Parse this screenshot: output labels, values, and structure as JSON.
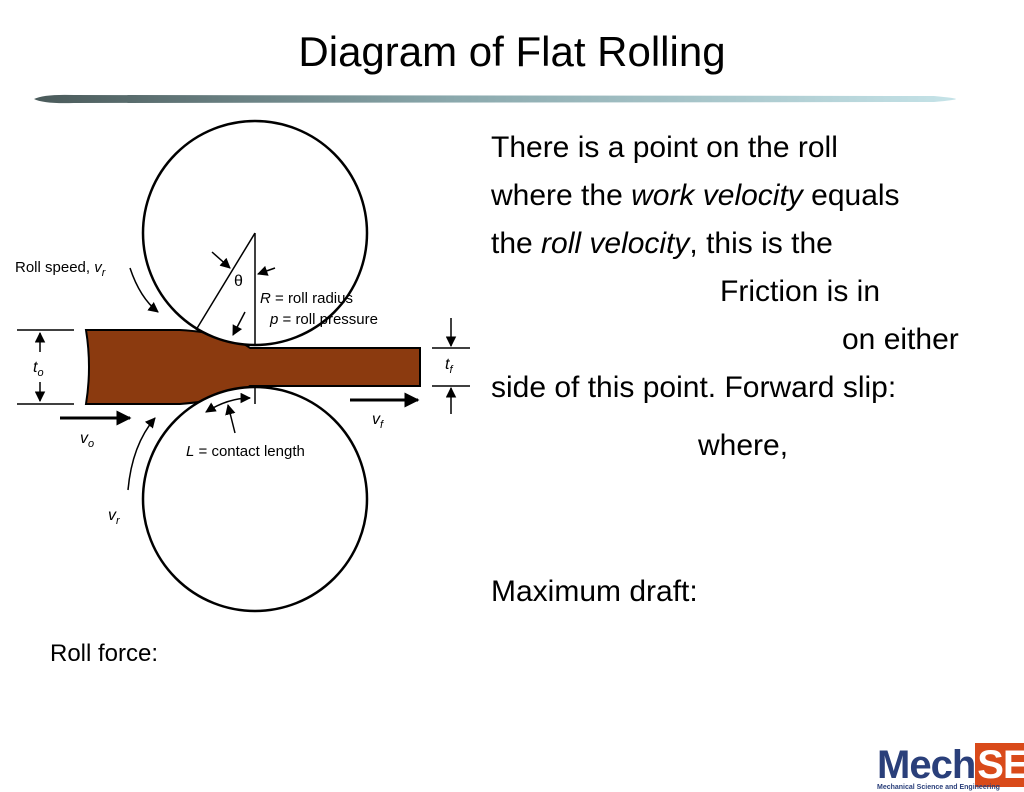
{
  "slide": {
    "title": "Diagram of Flat Rolling"
  },
  "diagram": {
    "roll_speed_label": "Roll speed, ",
    "roll_speed_symbol": "v",
    "roll_speed_sub": "r",
    "theta": "θ",
    "radius_var": "R",
    "radius_label": " = roll radius",
    "pressure_var": "p",
    "pressure_label": " = roll pressure",
    "entry_thickness_var": "t",
    "entry_thickness_sub": "o",
    "exit_thickness_var": "t",
    "exit_thickness_sub": "f",
    "entry_velocity_var": "v",
    "entry_velocity_sub": "o",
    "exit_velocity_var": "v",
    "exit_velocity_sub": "f",
    "contact_var": "L",
    "contact_label": " = contact length",
    "lower_roll_speed_var": "v",
    "lower_roll_speed_sub": "r"
  },
  "text": {
    "l1": "There is a point on the roll",
    "l2a": "where the ",
    "l2b": "work velocity",
    "l2c": " equals",
    "l3a": "the ",
    "l3b": "roll velocity",
    "l3c": ", this is the",
    "l4": "Friction is in",
    "l5": "on either",
    "l6": "side of this point.  Forward slip:",
    "l7": "where,"
  },
  "max_draft": "Maximum draft:",
  "roll_force": "Roll force:",
  "logo": {
    "mech": "Mech",
    "se": "SE",
    "subtitle": "Mechanical Science and Engineering"
  },
  "colors": {
    "strip": "#8b3a0f",
    "rule_dark": "#4a5a5a",
    "rule_light": "#c5e3e8",
    "logo_blue": "#2a3f7a",
    "logo_orange": "#d94a1a"
  }
}
